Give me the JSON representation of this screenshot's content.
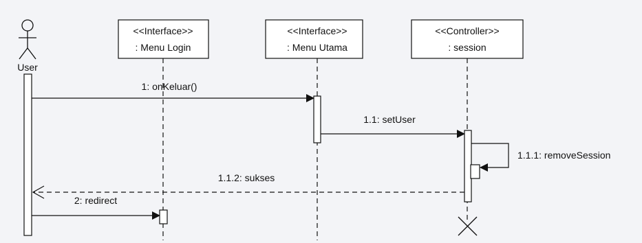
{
  "actor": {
    "label": "User"
  },
  "lifelines": [
    {
      "stereotype": "<<Interface>>",
      "name": ": Menu Login"
    },
    {
      "stereotype": "<<Interface>>",
      "name": ": Menu Utama"
    },
    {
      "stereotype": "<<Controller>>",
      "name": ": session"
    }
  ],
  "messages": [
    {
      "label": "1: onKeluar()",
      "kind": "sync"
    },
    {
      "label": "1.1: setUser",
      "kind": "sync"
    },
    {
      "label": "1.1.1: removeSession",
      "kind": "self"
    },
    {
      "label": "1.1.2: sukses",
      "kind": "return"
    },
    {
      "label": "2: redirect",
      "kind": "sync"
    }
  ],
  "colors": {
    "line": "#111111",
    "background": "#f3f4f7",
    "box": "#ffffff"
  }
}
